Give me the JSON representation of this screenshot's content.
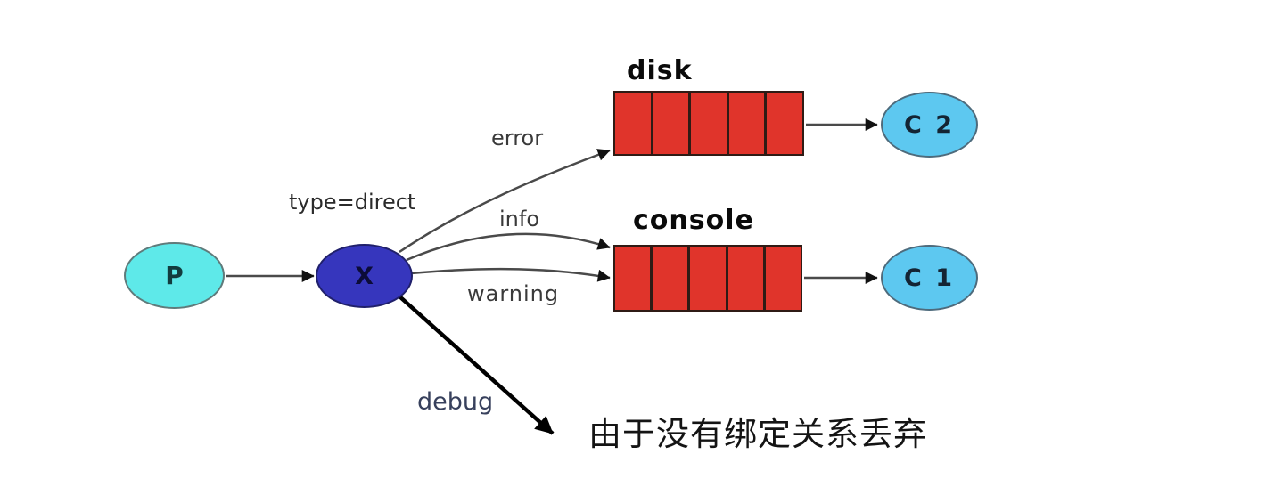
{
  "nodes": {
    "producer": {
      "label": "P",
      "fill": "#5ee9e9"
    },
    "exchange": {
      "label": "X",
      "fill": "#3636bd",
      "type_label": "type=direct"
    },
    "consumer1": {
      "label": "C 1",
      "fill": "#5dc8f0"
    },
    "consumer2": {
      "label": "C 2",
      "fill": "#5dc8f0"
    }
  },
  "queues": {
    "disk": {
      "title": "disk",
      "segments": 5,
      "fill": "#e0342b"
    },
    "console": {
      "title": "console",
      "segments": 5,
      "fill": "#e0342b"
    }
  },
  "edge_labels": {
    "error": "error",
    "info": "info",
    "warning": "warning",
    "debug": "debug"
  },
  "annotation": {
    "discard_note": "由于没有绑定关系丢弃"
  },
  "colors": {
    "edge_stroke": "#4a4a4a",
    "arrowhead": "#111111",
    "debug_stroke": "#000000"
  }
}
